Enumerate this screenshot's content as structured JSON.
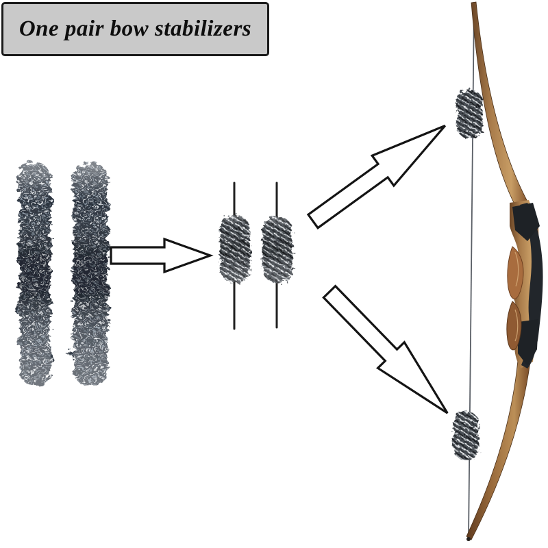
{
  "title": {
    "label": "One pair bow stabilizers"
  },
  "colors": {
    "background": "#ffffff",
    "title_bg": "#c9c9c9",
    "title_border": "#1a1a1a",
    "title_text": "#0e0e0e",
    "arrow_fill": "#ffffff",
    "arrow_stroke": "#141414",
    "fur_dark": "#2a323d",
    "fur_frost": "#eef1f4",
    "silencer_gray": "#4a4f55",
    "string_black": "#1f1f1f",
    "bowstring_gray": "#5a5f66",
    "wood_light": "#c89d65",
    "wood_mid": "#9a6238",
    "wood_dark": "#5e3a1e",
    "riser_black": "#22262b"
  },
  "figure": {
    "fur_strip_count": 2,
    "rolled_silencer_count": 2,
    "installed_silencer_count": 2,
    "icons": {
      "right_arrow": "right-arrow-icon",
      "up_right_arrow": "up-right-arrow-icon",
      "down_right_arrow": "down-right-arrow-icon"
    }
  }
}
